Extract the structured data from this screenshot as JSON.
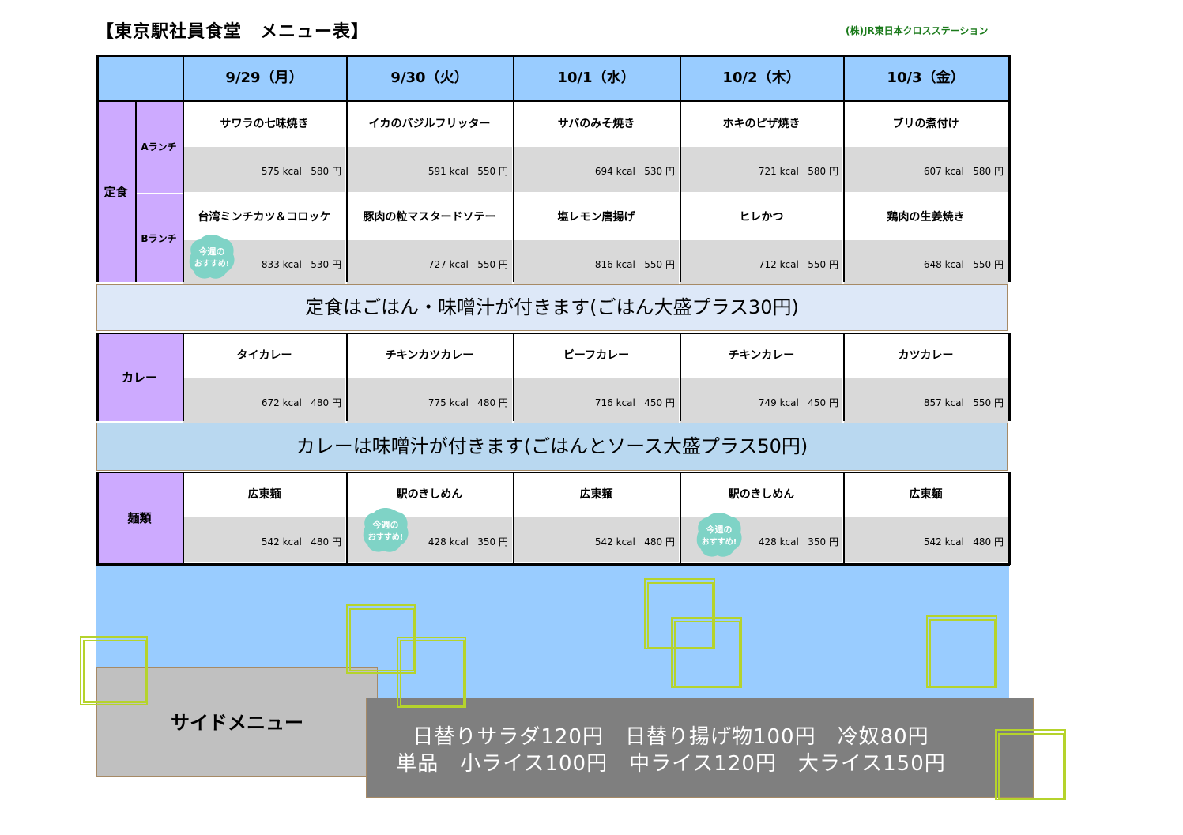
{
  "header": {
    "title": "【東京駅社員食堂　メニュー表】",
    "company": "(株)JR東日本クロスステーション"
  },
  "days": [
    "9/29（月）",
    "9/30（火）",
    "10/1（水）",
    "10/2（木）",
    "10/3（金）"
  ],
  "sections": {
    "teishoku": "定食",
    "a_lunch": "Aランチ",
    "b_lunch": "Bランチ",
    "curry": "カレー",
    "noodles": "麺類"
  },
  "a_lunch": [
    {
      "name": "サワラの七味焼き",
      "kcal": "575",
      "price": "580"
    },
    {
      "name": "イカのバジルフリッター",
      "kcal": "591",
      "price": "550"
    },
    {
      "name": "サバのみそ焼き",
      "kcal": "694",
      "price": "530"
    },
    {
      "name": "ホキのピザ焼き",
      "kcal": "721",
      "price": "580"
    },
    {
      "name": "ブリの煮付け",
      "kcal": "607",
      "price": "580"
    }
  ],
  "b_lunch": [
    {
      "name": "台湾ミンチカツ＆コロッケ",
      "kcal": "833",
      "price": "530"
    },
    {
      "name": "豚肉の粒マスタードソテー",
      "kcal": "727",
      "price": "550"
    },
    {
      "name": "塩レモン唐揚げ",
      "kcal": "816",
      "price": "550"
    },
    {
      "name": "ヒレかつ",
      "kcal": "712",
      "price": "550"
    },
    {
      "name": "鶏肉の生姜焼き",
      "kcal": "648",
      "price": "550"
    }
  ],
  "curry": [
    {
      "name": "タイカレー",
      "kcal": "672",
      "price": "480"
    },
    {
      "name": "チキンカツカレー",
      "kcal": "775",
      "price": "480"
    },
    {
      "name": "ビーフカレー",
      "kcal": "716",
      "price": "450"
    },
    {
      "name": "チキンカレー",
      "kcal": "749",
      "price": "450"
    },
    {
      "name": "カツカレー",
      "kcal": "857",
      "price": "550"
    }
  ],
  "noodles": [
    {
      "name": "広東麺",
      "kcal": "542",
      "price": "480"
    },
    {
      "name": "駅のきしめん",
      "kcal": "428",
      "price": "350"
    },
    {
      "name": "広東麺",
      "kcal": "542",
      "price": "480"
    },
    {
      "name": "駅のきしめん",
      "kcal": "428",
      "price": "350"
    },
    {
      "name": "広東麺",
      "kcal": "542",
      "price": "480"
    }
  ],
  "units": {
    "kcal": "kcal",
    "yen": "円"
  },
  "notes": {
    "teishoku": "定食はごはん・味噌汁が付きます(ごはん大盛プラス30円)",
    "curry": "カレーは味噌汁が付きます(ごはんとソース大盛プラス50円)"
  },
  "badge": {
    "line1": "今週の",
    "line2": "おすすめ!",
    "color": "#7fd3c6"
  },
  "side_menu": {
    "label": "サイドメニュー",
    "line1": "日替りサラダ120円　日替り揚げ物100円　冷奴80円",
    "line2": "単品　小ライス100円　中ライス120円　大ライス150円"
  }
}
